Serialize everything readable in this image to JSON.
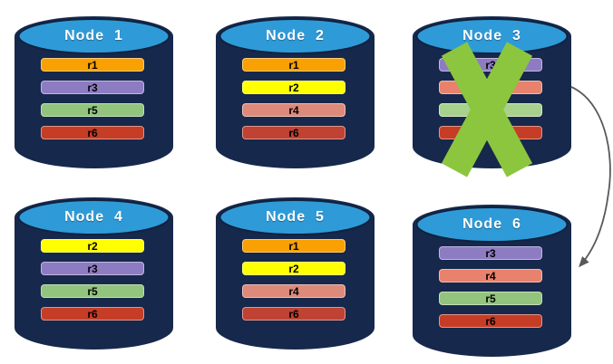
{
  "diagram": {
    "description": "Cluster of six database nodes with replicas; Node 3 is failed (green X) and an arrow points from Node 3 to Node 6",
    "colors": {
      "background": "#FFFFFF",
      "cylinder_body": "#16284C",
      "cylinder_top_fill": "#2E9BD8",
      "cylinder_top_stroke": "#10223F",
      "node_title_text": "#FFFFFF",
      "bar_text": "#000000",
      "failure_x": "#8CC63E",
      "arrow": "#595959"
    }
  },
  "nodes": [
    {
      "title": "Node  1",
      "failed": false,
      "replicas": [
        {
          "label": "r1",
          "color": "#F9A102"
        },
        {
          "label": "r3",
          "color": "#8E7CC3"
        },
        {
          "label": "r5",
          "color": "#93C47D"
        },
        {
          "label": "r6",
          "color": "#C63D26"
        }
      ]
    },
    {
      "title": "Node  2",
      "failed": false,
      "replicas": [
        {
          "label": "r1",
          "color": "#F9A102"
        },
        {
          "label": "r2",
          "color": "#FFFF00"
        },
        {
          "label": "r4",
          "color": "#DD8A7A"
        },
        {
          "label": "r6",
          "color": "#BF4232"
        }
      ]
    },
    {
      "title": "Node  3",
      "failed": true,
      "replicas": [
        {
          "label": "r3",
          "color": "#8E7CC3"
        },
        {
          "label": "",
          "color": "#E8826C"
        },
        {
          "label": "",
          "color": "#A9D18E"
        },
        {
          "label": "",
          "color": "#C63D26"
        }
      ]
    },
    {
      "title": "Node  4",
      "failed": false,
      "replicas": [
        {
          "label": "r2",
          "color": "#FFFF00"
        },
        {
          "label": "r3",
          "color": "#8E7CC3"
        },
        {
          "label": "r5",
          "color": "#93C47D"
        },
        {
          "label": "r6",
          "color": "#C63D26"
        }
      ]
    },
    {
      "title": "Node  5",
      "failed": false,
      "replicas": [
        {
          "label": "r1",
          "color": "#F9A102"
        },
        {
          "label": "r2",
          "color": "#FFFF00"
        },
        {
          "label": "r4",
          "color": "#DD8A7A"
        },
        {
          "label": "r6",
          "color": "#BF4232"
        }
      ]
    },
    {
      "title": "Node  6",
      "failed": false,
      "replicas": [
        {
          "label": "r3",
          "color": "#8E7CC3"
        },
        {
          "label": "r4",
          "color": "#E8826C"
        },
        {
          "label": "r5",
          "color": "#93C47D"
        },
        {
          "label": "r6",
          "color": "#C63D26"
        }
      ]
    }
  ],
  "arrow": {
    "from": "Node 3",
    "to": "Node 6"
  }
}
